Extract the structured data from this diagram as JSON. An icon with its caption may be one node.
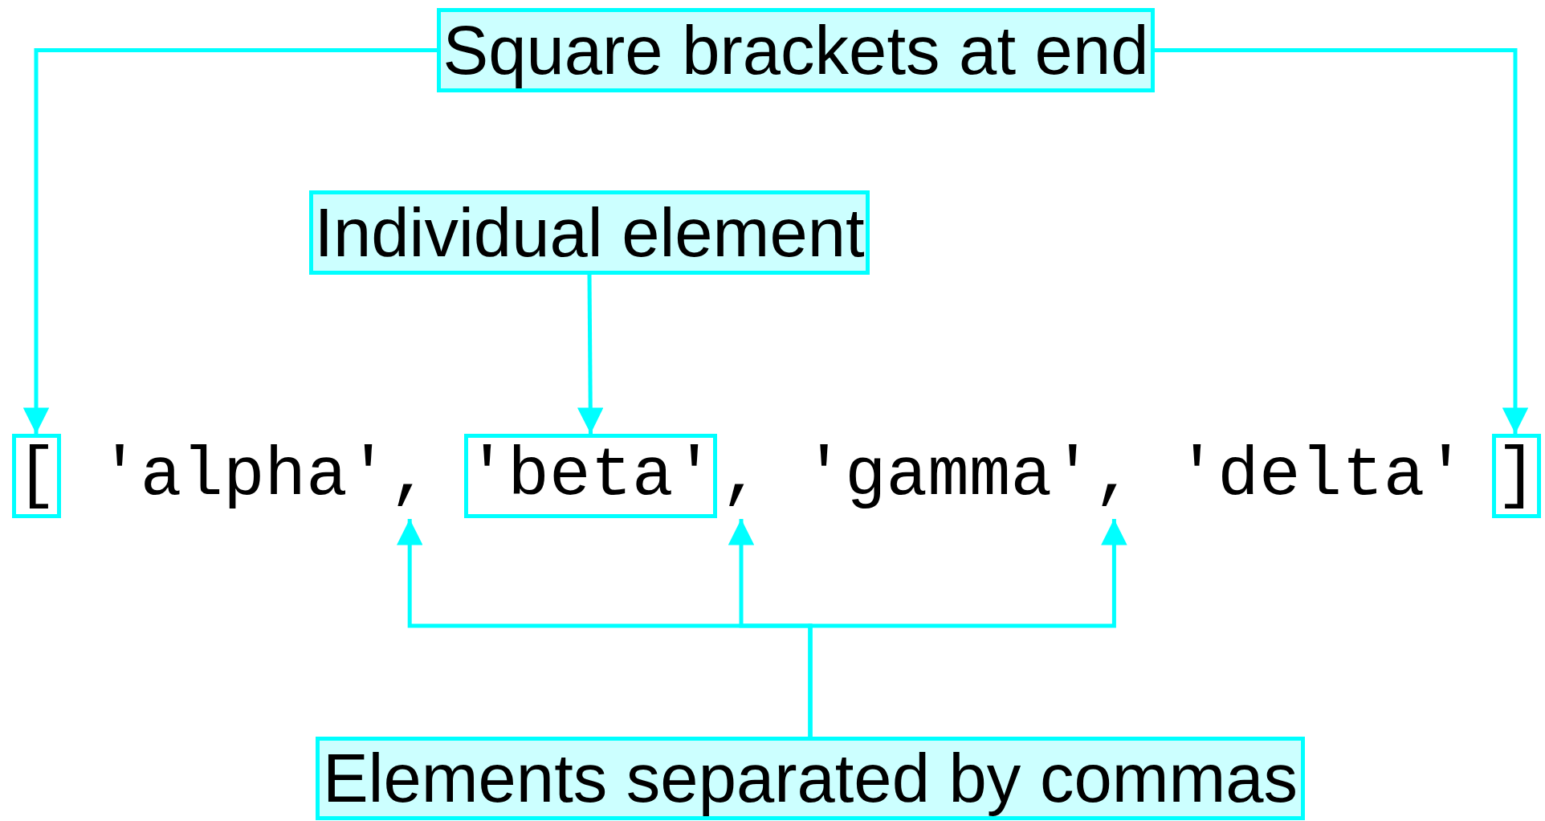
{
  "diagram": {
    "nodes": [
      {
        "text": [
          "Square brackets at end"
        ]
      },
      {
        "text": [
          "Individual element"
        ]
      },
      {
        "text": [
          "["
        ]
      },
      {
        "text": [
          ","
        ]
      },
      {
        "text": [
          "'beta'"
        ]
      },
      {
        "text": [
          ","
        ]
      },
      {
        "text": [
          ","
        ]
      },
      {
        "text": [
          "]"
        ]
      },
      {
        "text": [
          "Elements separated by commas"
        ]
      }
    ],
    "edges": [
      {
        "from": 0,
        "to": 2,
        "arrow": "to"
      },
      {
        "from": 0,
        "to": 7,
        "arrow": "to"
      },
      {
        "from": 1,
        "to": 4,
        "arrow": "to"
      },
      {
        "from": 8,
        "to": 3,
        "arrow": "to"
      },
      {
        "from": 8,
        "to": 5,
        "arrow": "to"
      },
      {
        "from": 8,
        "to": 6,
        "arrow": "to"
      }
    ],
    "labels": [
      "'alpha'",
      "'gamma'",
      "'delta'"
    ]
  }
}
